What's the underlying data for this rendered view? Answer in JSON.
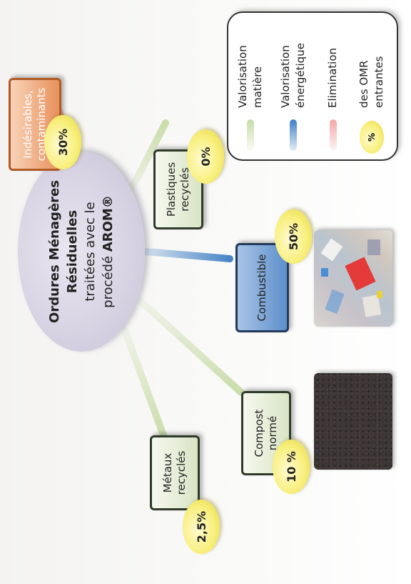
{
  "center": {
    "line1": "Ordures Ménagères",
    "line2": "Résiduelles",
    "line3": "traitées avec le",
    "line4_prefix": "procédé ",
    "line4_brand": "AROM®"
  },
  "outputs": {
    "metaux": {
      "line1": "Métaux",
      "line2": "recyclés",
      "percent": "2,5%"
    },
    "compost": {
      "line1": "Compost",
      "line2": "normé",
      "percent": "10 %"
    },
    "combustible": {
      "label": "Combustible",
      "percent": "50%"
    },
    "plastiques": {
      "line1": "Plastiques",
      "line2": "recyclés",
      "percent": "0%"
    },
    "indesirables": {
      "line1": "Indésirables,",
      "line2": "contaminants",
      "percent": "30%"
    }
  },
  "legend": {
    "valorisation_matiere": {
      "line1": "Valorisation",
      "line2": "matière"
    },
    "valorisation_energetique": {
      "line1": "Valorisation",
      "line2": "énergétique"
    },
    "elimination": {
      "line1": "Elimination"
    },
    "percent_symbol": "%",
    "entrants": {
      "line1": "des OMR",
      "line2": "entrantes"
    }
  },
  "colors": {
    "matiere": "#c7dba6",
    "energetique": "#3f7fc4",
    "elimination": "#f2a6a6",
    "percent_pill": "#f8ef7c",
    "center_ellipse": "#d6d2e2"
  }
}
